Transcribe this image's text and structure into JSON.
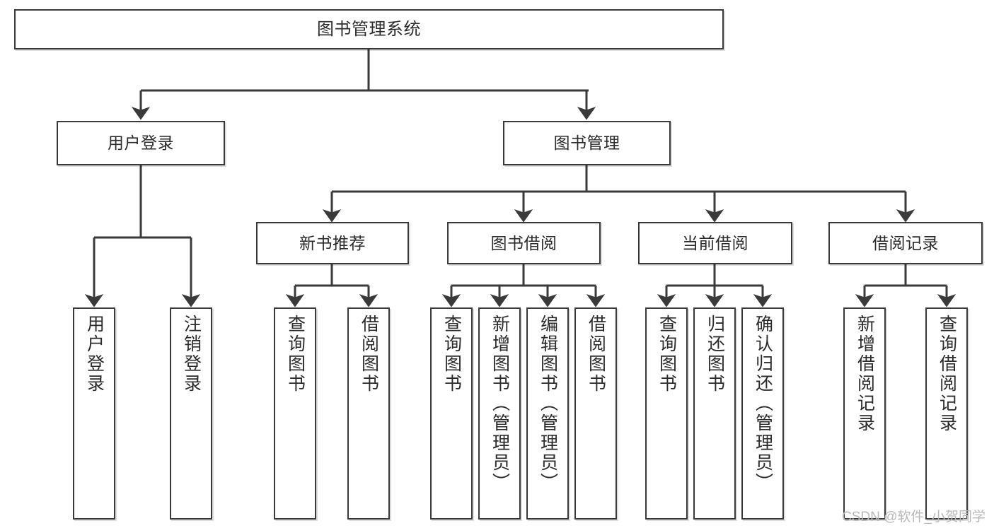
{
  "diagram": {
    "title": "图书管理系统",
    "type": "tree",
    "watermark": "CSDN @软件_小贺同学",
    "colors": {
      "stroke": "#3a3a3a",
      "fill": "#ffffff",
      "text": "#2b2b2b",
      "watermark": "#b9b9b9"
    },
    "levels": {
      "root": {
        "label": "图书管理系统"
      },
      "level2": [
        {
          "label": "用户登录"
        },
        {
          "label": "图书管理"
        }
      ],
      "level3": [
        {
          "label": "新书推荐"
        },
        {
          "label": "图书借阅"
        },
        {
          "label": "当前借阅"
        },
        {
          "label": "借阅记录"
        }
      ],
      "leaves": {
        "user_login": [
          {
            "label": "用户登录"
          },
          {
            "label": "注销登录"
          }
        ],
        "new_book_recommend": [
          {
            "label": "查询图书"
          },
          {
            "label": "借阅图书"
          }
        ],
        "book_borrow": [
          {
            "label": "查询图书"
          },
          {
            "label": "新增图书（管理员）"
          },
          {
            "label": "编辑图书（管理员）"
          },
          {
            "label": "借阅图书"
          }
        ],
        "current_borrow": [
          {
            "label": "查询图书"
          },
          {
            "label": "归还图书"
          },
          {
            "label": "确认归还（管理员）"
          }
        ],
        "borrow_record": [
          {
            "label": "新增借阅记录"
          },
          {
            "label": "查询借阅记录"
          }
        ]
      }
    }
  }
}
